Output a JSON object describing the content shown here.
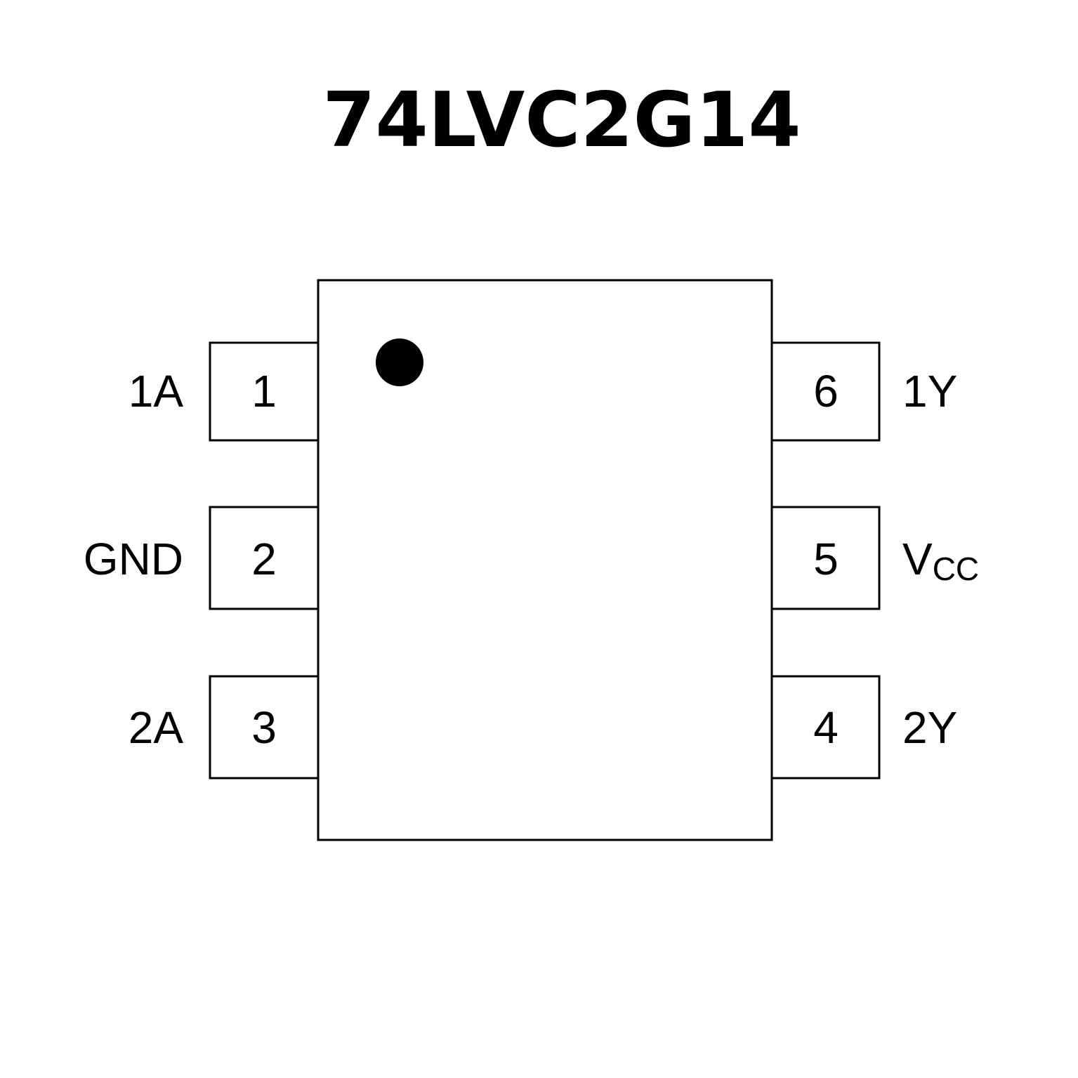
{
  "title": "74LVC2G14",
  "colors": {
    "stroke": "#000000",
    "background": "#ffffff"
  },
  "pins": {
    "p1": {
      "number": "1",
      "name": "1A"
    },
    "p2": {
      "number": "2",
      "name": "GND"
    },
    "p3": {
      "number": "3",
      "name": "2A"
    },
    "p4": {
      "number": "4",
      "name": "2Y"
    },
    "p5": {
      "number": "5",
      "name_main": "V",
      "name_sub": "CC"
    },
    "p6": {
      "number": "6",
      "name": "1Y"
    }
  }
}
